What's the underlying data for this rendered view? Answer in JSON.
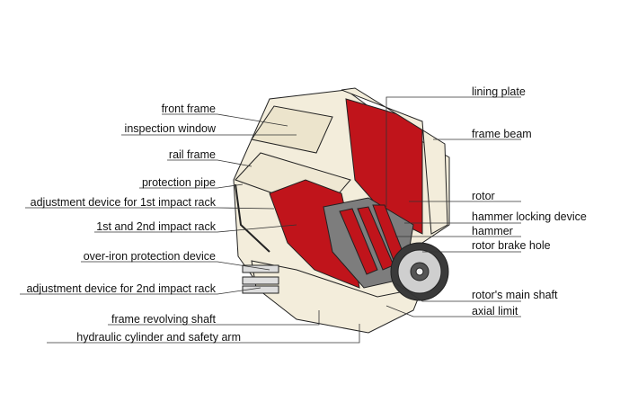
{
  "left_labels": [
    "front frame",
    "inspection window",
    "rail frame",
    "protection pipe",
    "adjustment device for 1st impact rack",
    "1st and 2nd impact rack",
    "over-iron protection device",
    "adjustment device for 2nd impact rack",
    "frame revolving shaft",
    "hydraulic cylinder and safety arm"
  ],
  "right_labels": [
    "lining plate",
    "frame beam",
    "rotor",
    "hammer locking device",
    "hammer",
    "rotor brake hole",
    "rotor's main shaft",
    "axial limit"
  ],
  "colors": {
    "body": "#f3eddb",
    "red": "#c0141b",
    "steel": "#8a8a8a",
    "line": "#222222"
  }
}
